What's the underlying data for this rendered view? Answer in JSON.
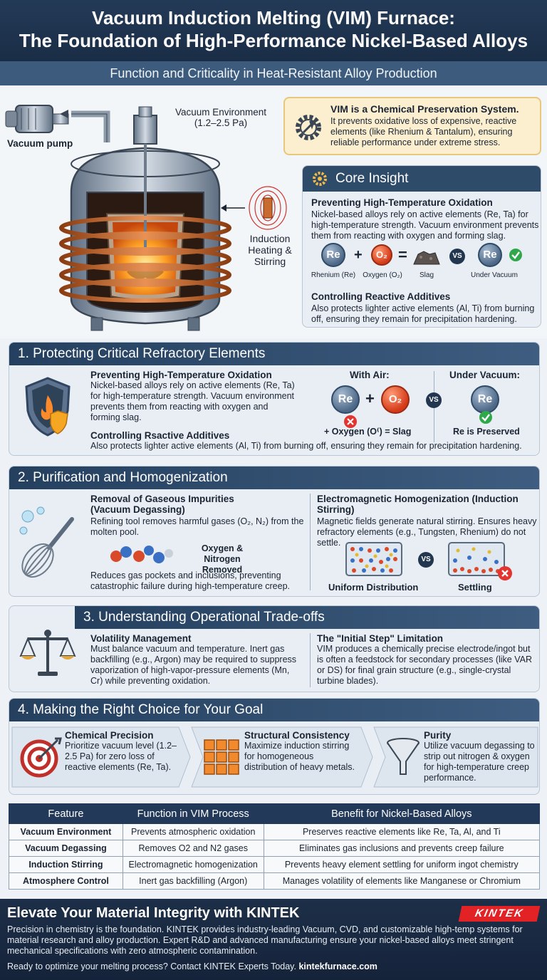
{
  "header": {
    "title_line1": "Vacuum Induction Melting (VIM) Furnace:",
    "title_line2": "The Foundation of High-Performance Nickel-Based Alloys",
    "subtitle": "Function and Criticality in Heat-Resistant Alloy Production"
  },
  "hero": {
    "vacuum_env_line1": "Vacuum Environment",
    "vacuum_env_line2": "(1.2–2.5 Pa)",
    "vacuum_pump": "Vacuum pump",
    "induction_line1": "Induction",
    "induction_line2": "Heating &",
    "induction_line3": "Stirring"
  },
  "callout": {
    "title": "VIM is a Chemical Preservation System.",
    "body": "It prevents oxidative loss of expensive, reactive elements (like Rhenium & Tantalum), ensuring reliable performance under extreme stress."
  },
  "core": {
    "title": "Core Insight",
    "h1": "Preventing High-Temperature Oxidation",
    "p1": "Nickel-based alloys rely on active elements (Re, Ta) for high-temperature strength. Vacuum environment prevents them from reacting with oxygen and forming slag.",
    "re": "Re",
    "o2": "O₂",
    "plus": "+",
    "equals": "=",
    "vs": "VS",
    "lbl_re": "Rhenium (Re)",
    "lbl_o2": "Oxygen (O₂)",
    "lbl_slag": "Slag",
    "lbl_vac": "Under Vacuum",
    "h2": "Controlling Reactive Additives",
    "p2": "Also protects lighter active elements (Al, Ti) from burning off, ensuring they remain for precipitation hardening."
  },
  "s1": {
    "title": "1. Protecting Critical Refractory Elements",
    "h1": "Preventing High-Temperature Oxidation",
    "p1": "Nickel-based alloys rely on active elements (Re, Ta) for high-temperature strength. Vacuum environment prevents them from reacting with oxygen and forming slag.",
    "with_air": "With Air:",
    "under_vacuum": "Under Vacuum:",
    "re": "Re",
    "o2": "O₂",
    "plus": "+",
    "vs": "VS",
    "air_caption": "+ Oxygen (O⁽) = Slag",
    "vac_caption": "Re is Preserved",
    "h2": "Controlling Rsactive Additives",
    "p2": "Also protects lighter active elements (Al, Ti) from burning off, ensuring they remain for precipitation hardening."
  },
  "s2": {
    "title": "2. Purification and Homogenization",
    "h1_line1": "Removal of Gaseous Impurities",
    "h1_line2": "(Vacuum Degassing)",
    "p1": "Refining tool removes harmful gases (O₂, N₂) from the molten pool.",
    "gas_line1": "Oxygen & Nitrogen",
    "gas_line2": "Removed",
    "p1b": "Reduces gas pockets and inclusions, preventing catastrophic failure during high-temperature creep.",
    "h2_line1": "Electromagnetic Homogenization (Induction",
    "h2_line2": "Stirring)",
    "p2": "Magnetic fields generate natural stirring. Ensures heavy refractory elements (e.g., Tungsten, Rhenium) do not settle.",
    "vs": "VS",
    "uniform": "Uniform Distribution",
    "settling": "Settling"
  },
  "s3": {
    "title": "3. Understanding Operational Trade-offs",
    "h1": "Volatility Management",
    "p1": "Must balance vacuum and temperature. Inert gas backfilling (e.g., Argon) may be required to suppress vaporization of high-vapor-pressure elements (Mn, Cr) while preventing oxidation.",
    "h2": "The \"Initial Step\" Limitation",
    "p2": "VIM produces a chemically precise electrode/ingot but is often a feedstock for secondary processes (like VAR or DS) for final grain structure (e.g., single-crystal turbine blades)."
  },
  "s4": {
    "title": "4. Making the Right Choice for Your Goal",
    "c1_title": "Chemical Precision",
    "c1_body": "Prioritize vacuum level (1.2–2.5 Pa) for zero loss of reactive elements (Re, Ta).",
    "c2_title": "Structural Consistency",
    "c2_body": "Maximize induction stirring for homogeneous distribution of heavy metals.",
    "c3_title": "Purity",
    "c3_body": "Utilize vacuum degassing to strip out nitrogen & oxygen for high-temperature creep performance."
  },
  "table": {
    "headers": [
      "Feature",
      "Function in VIM Process",
      "Benefit for Nickel-Based Alloys"
    ],
    "rows": [
      [
        "Vacuum Environment",
        "Prevents atmospheric oxidation",
        "Preserves reactive elements like Re, Ta, Al, and Ti"
      ],
      [
        "Vacuum Degassing",
        "Removes O2 and N2 gases",
        "Eliminates gas inclusions and prevents creep failure"
      ],
      [
        "Induction Stirring",
        "Electromagnetic homogenization",
        "Prevents heavy element settling for uniform ingot chemistry"
      ],
      [
        "Atmosphere Control",
        "Inert gas backfilling (Argon)",
        "Manages volatility of elements like Manganese or Chromium"
      ]
    ]
  },
  "footer": {
    "title": "Elevate Your Material Integrity with KINTEK",
    "logo": "KINTEK",
    "body": "Precision in chemistry is the foundation. KINTEK provides industry-leading Vacuum, CVD, and customizable high-temp systems for material research and alloy production. Expert R&D and advanced manufacturing ensure your nickel-based alloys meet stringent mechanical specifications with zero atmospheric contamination.",
    "cta": "Ready to optimize your melting process? Contact KINTEK Experts Today.",
    "url": "kintekfurnace.com"
  },
  "colors": {
    "header_bg": "#1a2d46",
    "panel_bar": "#2f4b6a",
    "callout_bg": "#fbefcf",
    "oxygen_red": "#d43a18",
    "rhenium_blue": "#4d6887",
    "brand_red": "#e32226"
  }
}
